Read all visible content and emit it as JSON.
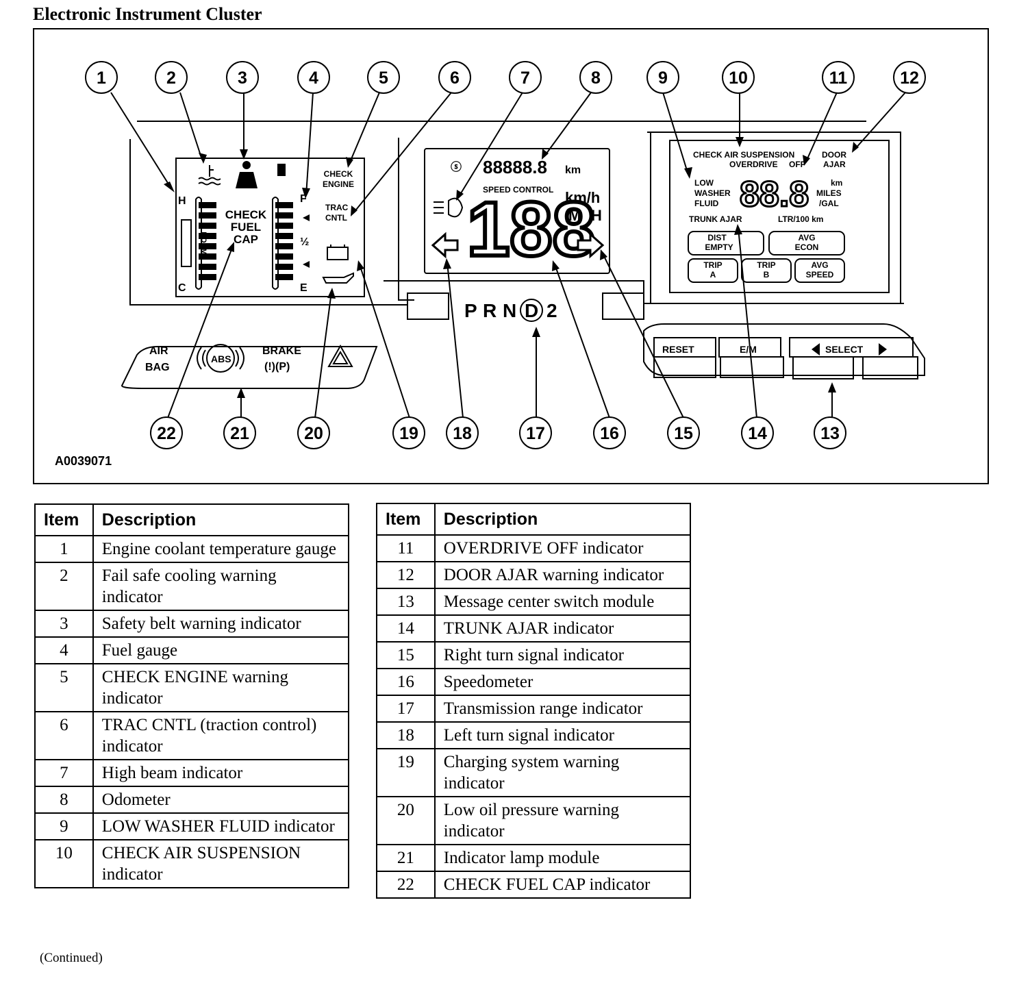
{
  "title": "Electronic Instrument Cluster",
  "figure": {
    "code": "A0039071",
    "callouts": [
      "1",
      "2",
      "3",
      "4",
      "5",
      "6",
      "7",
      "8",
      "9",
      "10",
      "11",
      "12",
      "13",
      "14",
      "15",
      "16",
      "17",
      "18",
      "19",
      "20",
      "21",
      "22"
    ],
    "gauge_labels": {
      "temp_h": "H",
      "temp_c": "C",
      "norm": "NORM",
      "fuel_f": "F",
      "fuel_half": "½",
      "fuel_e": "E",
      "check_fuel_cap": [
        "CHECK",
        "FUEL",
        "CAP"
      ],
      "check_engine": [
        "CHECK",
        "ENGINE"
      ],
      "trac_cntl": [
        "TRAC",
        "CNTL"
      ]
    },
    "center_display": {
      "odometer": "88888.8",
      "odo_unit": "km",
      "speed_control": "SPEED CONTROL",
      "speed": "188",
      "unit_kmh": "km/h",
      "unit_mph": "MPH",
      "gear": [
        "P",
        "R",
        "N",
        "D",
        "2"
      ],
      "selected_gear": "D"
    },
    "message_center": {
      "check_air_suspension": "CHECK AIR SUSPENSION",
      "overdrive": "OVERDRIVE",
      "off": "OFF",
      "door_ajar": [
        "DOOR",
        "AJAR"
      ],
      "low_washer_fluid": [
        "LOW",
        "WASHER",
        "FLUID"
      ],
      "digits": "88.8",
      "units": [
        "km",
        "MILES",
        "/GAL"
      ],
      "trunk_ajar": "TRUNK AJAR",
      "ltr_100km": "LTR/100 km",
      "buttons": [
        [
          "DIST",
          "EMPTY"
        ],
        [
          "AVG",
          "ECON"
        ],
        [
          "TRIP",
          "A"
        ],
        [
          "TRIP",
          "B"
        ],
        [
          "AVG",
          "SPEED"
        ]
      ]
    },
    "switch_module": {
      "reset": "RESET",
      "e_m": "E/M",
      "select": "SELECT"
    },
    "lamp_module": {
      "air_bag": [
        "AIR",
        "BAG"
      ],
      "abs": "ABS",
      "brake": "BRAKE",
      "brake_sub": "(!)(P)"
    }
  },
  "table_headers": {
    "item": "Item",
    "description": "Description"
  },
  "table_left": [
    {
      "item": "1",
      "desc": "Engine coolant temperature gauge"
    },
    {
      "item": "2",
      "desc": "Fail safe cooling warning indicator"
    },
    {
      "item": "3",
      "desc": "Safety belt warning indicator"
    },
    {
      "item": "4",
      "desc": "Fuel gauge"
    },
    {
      "item": "5",
      "desc": "CHECK ENGINE warning indicator"
    },
    {
      "item": "6",
      "desc": "TRAC CNTL (traction control) indicator"
    },
    {
      "item": "7",
      "desc": "High beam indicator"
    },
    {
      "item": "8",
      "desc": "Odometer"
    },
    {
      "item": "9",
      "desc": "LOW WASHER FLUID indicator"
    },
    {
      "item": "10",
      "desc": "CHECK AIR SUSPENSION indicator"
    }
  ],
  "table_right": [
    {
      "item": "11",
      "desc": "OVERDRIVE OFF indicator"
    },
    {
      "item": "12",
      "desc": "DOOR AJAR warning indicator"
    },
    {
      "item": "13",
      "desc": "Message center switch module"
    },
    {
      "item": "14",
      "desc": "TRUNK AJAR indicator"
    },
    {
      "item": "15",
      "desc": "Right turn signal indicator"
    },
    {
      "item": "16",
      "desc": "Speedometer"
    },
    {
      "item": "17",
      "desc": "Transmission range indicator"
    },
    {
      "item": "18",
      "desc": "Left turn signal indicator"
    },
    {
      "item": "19",
      "desc": "Charging system warning indicator"
    },
    {
      "item": "20",
      "desc": "Low oil pressure warning indicator"
    },
    {
      "item": "21",
      "desc": "Indicator lamp module"
    },
    {
      "item": "22",
      "desc": "CHECK FUEL CAP indicator"
    }
  ],
  "continued": "(Continued)"
}
